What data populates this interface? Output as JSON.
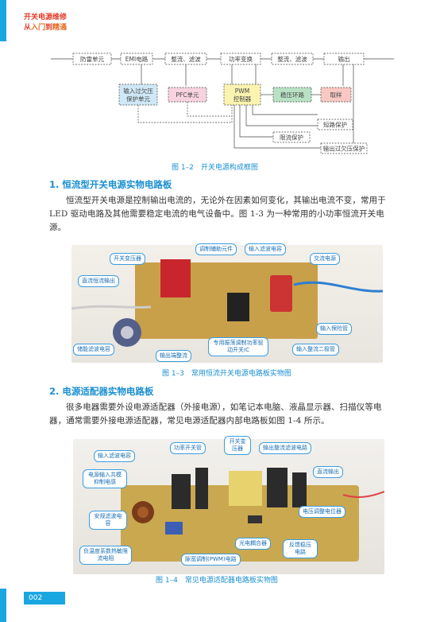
{
  "header": {
    "line1": "开关电源维修",
    "line2_prefix": "从",
    "line2_a": "入门",
    "line2_mid": "到",
    "line2_b": "精通"
  },
  "diagram": {
    "top_row": [
      "防雷单元",
      "EMI电路",
      "整流、滤波",
      "功率变换",
      "整流、滤波",
      "输出"
    ],
    "mid_row": [
      "输入过欠压保护单元",
      "PFC单元",
      "PWM控制器",
      "稳压环路",
      "取样"
    ],
    "protections": [
      "短路保护",
      "限流保护",
      "输出过欠压保护"
    ],
    "caption": "图 1–2　开关电源构成框图"
  },
  "section1": {
    "heading": "1. 恒流型开关电源实物电路板",
    "paragraph": "恒流型开关电源是控制输出电流的，无论外在因素如何变化，其输出电流不变，常用于 LED 驱动电路及其他需要稳定电流的电气设备中。图 1-3 为一种常用的小功率恒流开关电源。",
    "photo_labels": [
      "开关变压器",
      "调制辅助元件",
      "输入滤波电容",
      "交流电源",
      "直流恒流输出",
      "输入保险管",
      "专用振荡调制功率驱动开关IC",
      "储能滤波电容",
      "输出端整流",
      "输入整流二极管"
    ],
    "caption": "图 1–3　常用恒流开关电源电路板实物图"
  },
  "section2": {
    "heading": "2. 电源适配器实物电路板",
    "paragraph": "很多电器需要外设电源适配器（外接电源），如笔记本电脑、液晶显示器、扫描仪等电器，通常需要外接电源适配器，常见电源适配器内部电路板如图 1-4 所示。",
    "photo_labels": [
      "开关变压器",
      "功率开关管",
      "输入滤波电容",
      "输出整流滤波电路",
      "电源输入共模抑制电感",
      "直流输出",
      "安规滤波电容",
      "电压调整电位器",
      "光电耦合器",
      "负温度系数热敏限流电阻",
      "脉宽调制(PWM)电路",
      "反馈稳压电路"
    ],
    "caption": "图 1–4　常见电源适配器电路板实物图"
  },
  "footer": {
    "page_number": "002"
  },
  "colors": {
    "accent": "#1aa7e1",
    "title_red": "#e13b2a",
    "caption_blue": "#1a8fd1"
  }
}
